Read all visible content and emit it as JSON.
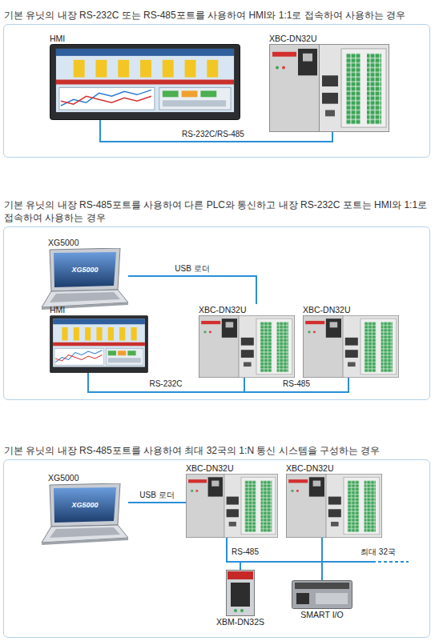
{
  "diagram": {
    "nodes": [
      {
        "text": [
          "기본 유닛의 내장 RS-232C 또는 RS-485포트를 사용하여 HMI와 1:1로 접속하여 사용하는 경우"
        ]
      },
      {
        "text": [
          "HMI"
        ],
        "in": 0
      },
      {
        "text": [
          "XBC-DN32U"
        ],
        "in": 0
      },
      {
        "text": [
          "기본 유닛의 내장 RS-485포트를 사용하여 다른 PLC와 통신하고 내장 RS-232C 포트는 HMI와 1:1로 접속하여 사용하는 경우"
        ]
      },
      {
        "text": [
          "XG5000"
        ],
        "in": 3
      },
      {
        "text": [
          "HMI"
        ],
        "in": 3
      },
      {
        "text": [
          "XBC-DN32U"
        ],
        "in": 3
      },
      {
        "text": [
          "XBC-DN32U"
        ],
        "in": 3
      },
      {
        "text": [
          "기본 유닛의 내장 RS-485포트를 사용하여 최대 32국의 1:N 통신 시스템을 구성하는 경우"
        ]
      },
      {
        "text": [
          "XG5000"
        ],
        "in": 8
      },
      {
        "text": [
          "XBC-DN32U"
        ],
        "in": 8
      },
      {
        "text": [
          "XBC-DN32U"
        ],
        "in": 8
      },
      {
        "text": [
          "XBM-DN32S"
        ],
        "in": 8
      },
      {
        "text": [
          "SMART I/O"
        ],
        "in": 8
      }
    ],
    "edges": [
      {
        "from": 1,
        "to": 2,
        "label": "RS-232C/RS-485",
        "arrow": "none"
      },
      {
        "from": 4,
        "to": 6,
        "label": "USB 로더",
        "arrow": "none"
      },
      {
        "from": 5,
        "to": 6,
        "label": "RS-232C",
        "arrow": "none"
      },
      {
        "from": 6,
        "to": 7,
        "label": "RS-485",
        "arrow": "none"
      },
      {
        "from": 9,
        "to": 10,
        "label": "USB 로더",
        "arrow": "none"
      },
      {
        "from": 10,
        "to": 11,
        "label": "RS-485",
        "arrow": "none"
      },
      {
        "from": 10,
        "to": 12,
        "arrow": "none"
      },
      {
        "from": 10,
        "to": 13,
        "arrow": "none"
      }
    ],
    "labels": [
      "XG5000",
      "XG5000",
      "최대 32국"
    ]
  }
}
